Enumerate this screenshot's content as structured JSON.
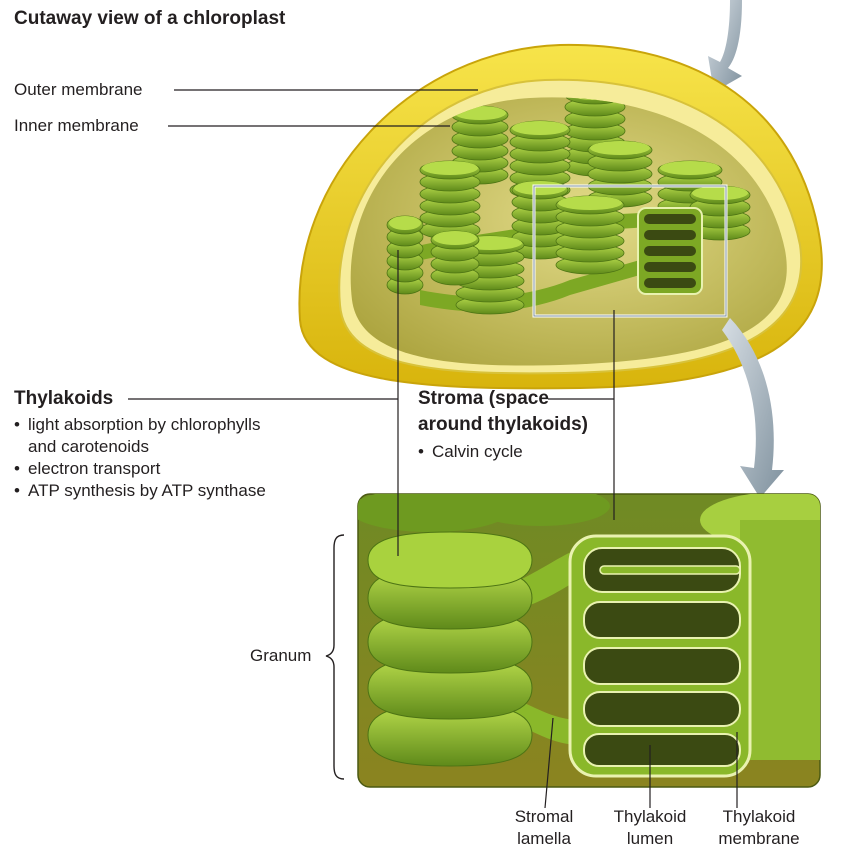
{
  "title": "Cutaway view of a chloroplast",
  "labels": {
    "outer_membrane": "Outer membrane",
    "inner_membrane": "Inner membrane",
    "granum": "Granum",
    "stromal_lamella": [
      "Stromal",
      "lamella"
    ],
    "thylakoid_lumen": [
      "Thylakoid",
      "lumen"
    ],
    "thylakoid_membrane": [
      "Thylakoid",
      "membrane"
    ]
  },
  "thylakoids": {
    "heading": "Thylakoids",
    "bullets": [
      "light absorption by chlorophylls\nand carotenoids",
      "electron transport",
      "ATP synthesis by ATP synthase"
    ]
  },
  "stroma": {
    "heading": [
      "Stroma (space",
      "around thylakoids)"
    ],
    "bullets": [
      "Calvin cycle"
    ]
  },
  "colors": {
    "outer_membrane": "#f2d21a",
    "stroma": "#c9c25a",
    "thylakoid": "#8ab82a",
    "thylakoid_dark": "#5f8a1a",
    "lumen": "#3b4a12",
    "arrow": "#8ea0ad"
  }
}
